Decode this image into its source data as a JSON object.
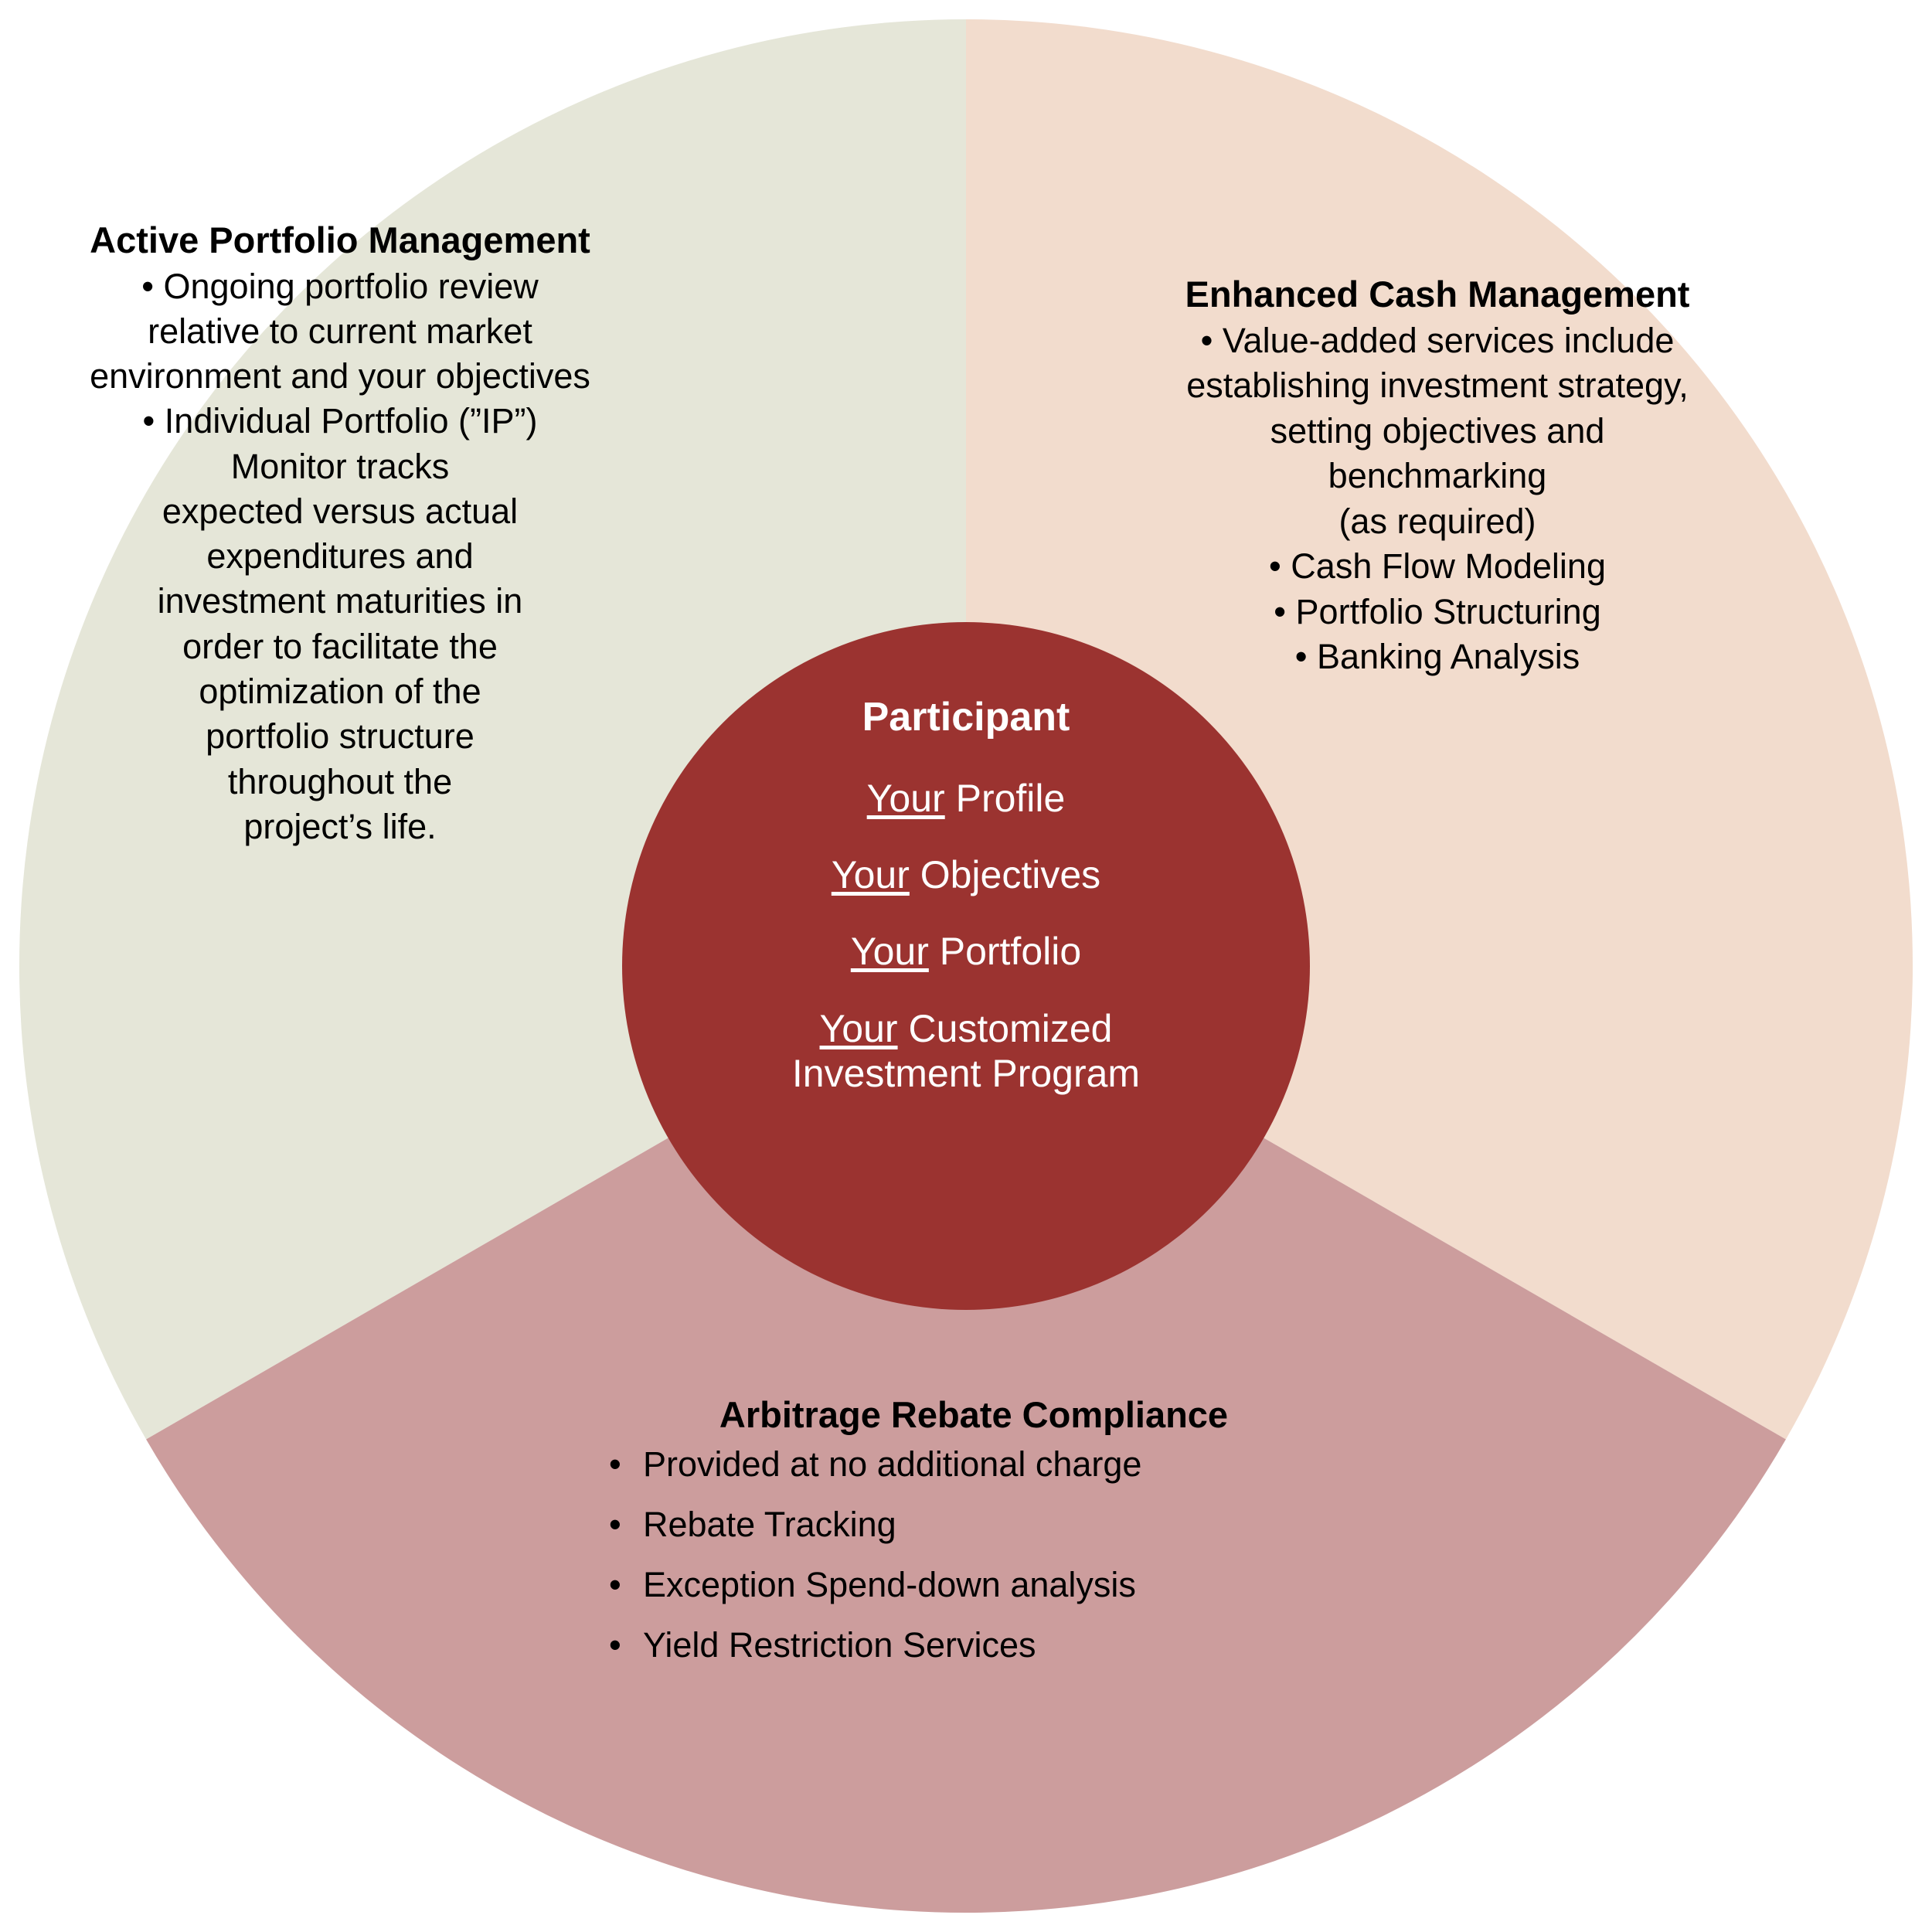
{
  "colors": {
    "background": "#ffffff",
    "sector_active": "#e5e6d8",
    "sector_cash": "#f2dccd",
    "sector_arbitrage": "#cc9d9d",
    "hub": "#9b3330",
    "text_dark": "#000000",
    "text_light": "#ffffff"
  },
  "chart_data": {
    "type": "pie",
    "title": "",
    "categories": [
      "Active Portfolio Management",
      "Enhanced Cash Management",
      "Arbitrage Rebate Compliance"
    ],
    "values": [
      33.33,
      33.33,
      33.33
    ],
    "colors": [
      "#e5e6d8",
      "#f2dccd",
      "#cc9d9d"
    ],
    "legend": "none",
    "notes": "Three equal 120-degree sectors of a donut-style wheel with a solid central hub circle"
  },
  "hub": {
    "title": "Participant",
    "lines": [
      {
        "emphasis": "Your",
        "rest": " Profile"
      },
      {
        "emphasis": "Your",
        "rest": " Objectives"
      },
      {
        "emphasis": "Your",
        "rest": " Portfolio"
      },
      {
        "emphasis": "Your",
        "rest": " Customized"
      }
    ],
    "last_line": "Investment Program"
  },
  "sectors": {
    "active": {
      "title": "Active Portfolio Management",
      "lines": [
        "•  Ongoing portfolio review",
        "relative to current market",
        "environment and your objectives",
        "•  Individual Portfolio (”IP”)",
        "Monitor tracks",
        "expected versus actual",
        "expenditures and",
        "investment maturities in",
        "order to facilitate the",
        "optimization of the",
        "portfolio structure",
        "throughout the",
        "project’s life."
      ]
    },
    "cash": {
      "title": "Enhanced Cash Management",
      "lines": [
        "•  Value-added services include",
        "establishing investment strategy,",
        "setting objectives and",
        "benchmarking",
        "(as required)"
      ],
      "sub_items": [
        "•  Cash Flow Modeling",
        "•  Portfolio Structuring",
        "•  Banking Analysis"
      ]
    },
    "arbitrage": {
      "title": "Arbitrage Rebate Compliance",
      "items": [
        "Provided at no additional charge",
        "Rebate Tracking",
        "Exception Spend-down analysis",
        "Yield Restriction Services"
      ]
    }
  }
}
